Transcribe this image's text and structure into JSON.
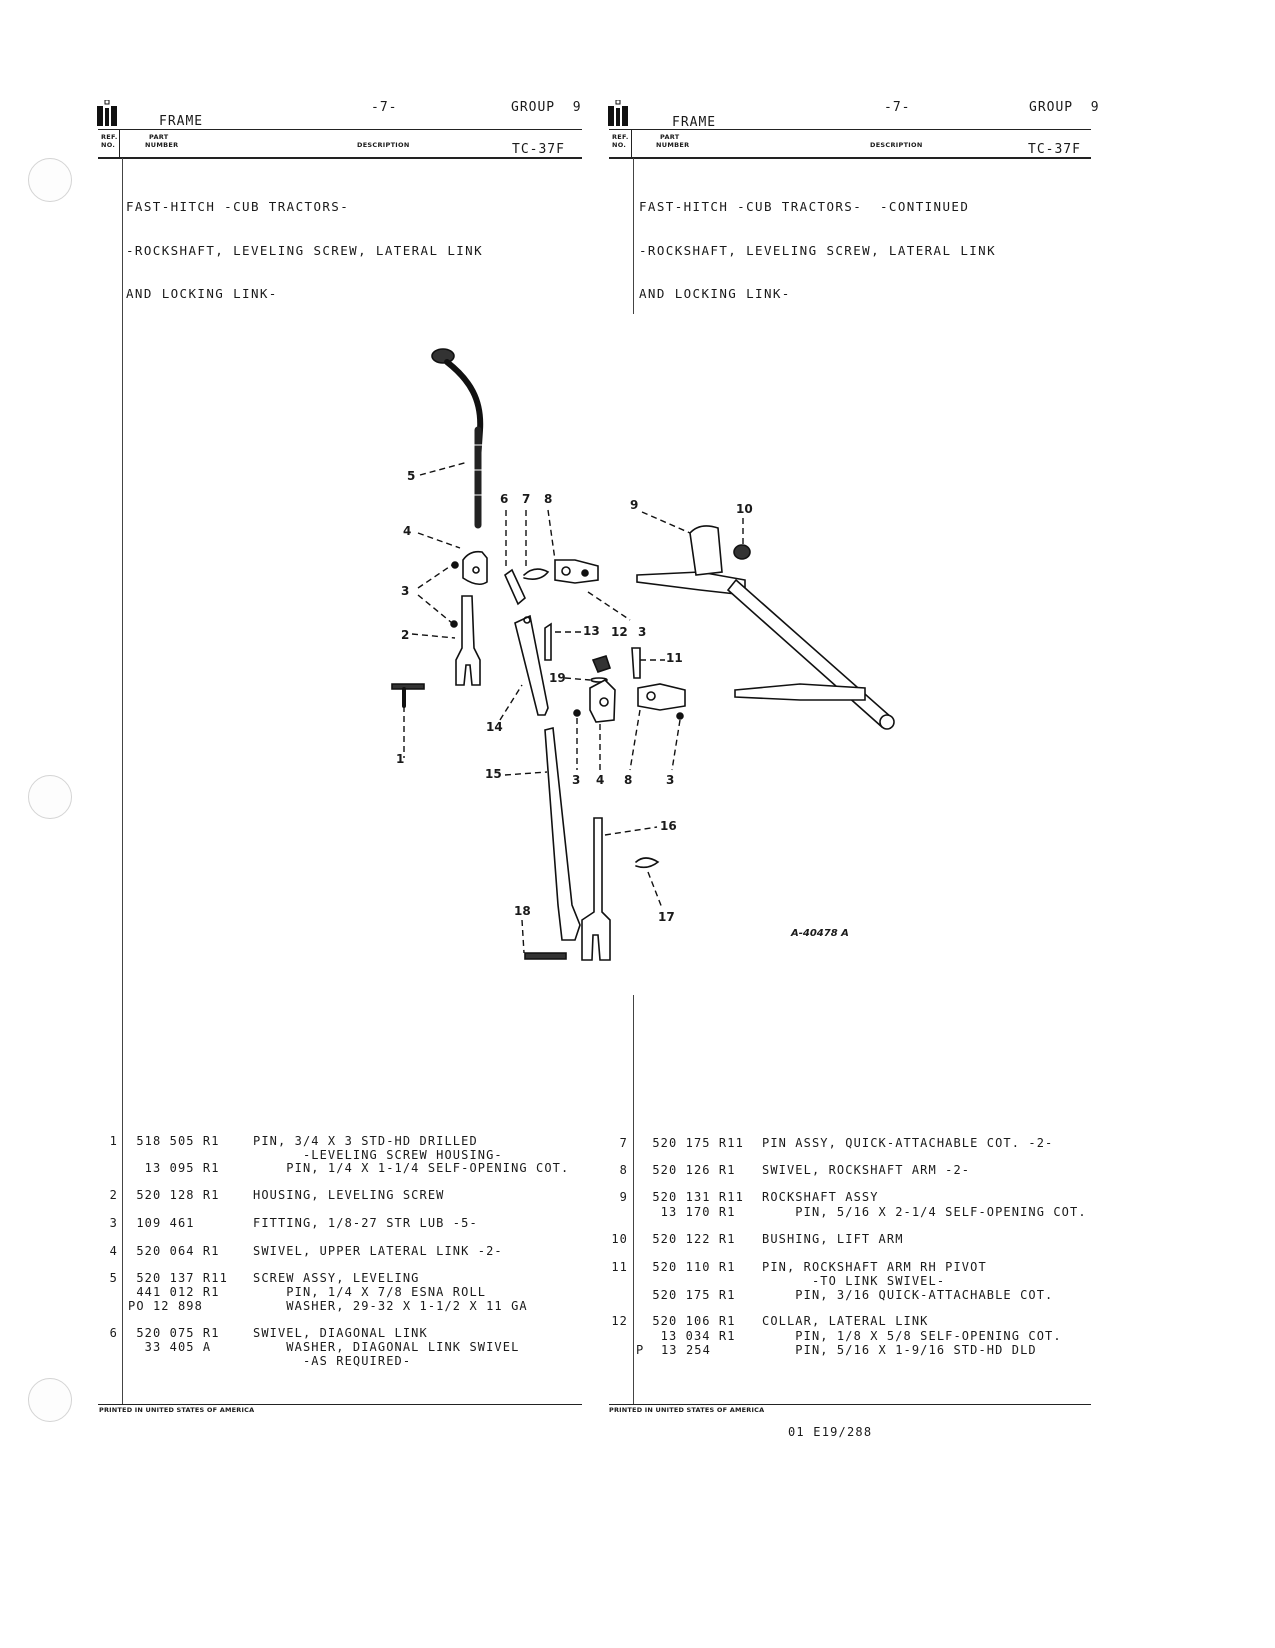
{
  "left": {
    "header": {
      "section": "FRAME",
      "page": "-7-",
      "group": "GROUP  9",
      "code": "TC-37F"
    },
    "columns": {
      "ref1": "REF.",
      "ref2": "NO.",
      "part1": "PART",
      "part2": "NUMBER",
      "desc": "DESCRIPTION"
    },
    "title": [
      "FAST-HITCH -CUB TRACTORS-",
      "-ROCKSHAFT, LEVELING SCREW, LATERAL LINK",
      "AND LOCKING LINK-"
    ],
    "entries": [
      {
        "ref": "1",
        "lines": [
          {
            "part": " 518 505 R1",
            "desc": "PIN, 3/4 X 3 STD-HD DRILLED"
          },
          {
            "part": "",
            "desc": "      -LEVELING SCREW HOUSING-"
          },
          {
            "part": "  13 095 R1",
            "desc": "    PIN, 1/4 X 1-1/4 SELF-OPENING COT."
          }
        ]
      },
      {
        "ref": "2",
        "lines": [
          {
            "part": " 520 128 R1",
            "desc": "HOUSING, LEVELING SCREW"
          }
        ]
      },
      {
        "ref": "3",
        "lines": [
          {
            "part": " 109 461",
            "desc": "FITTING, 1/8-27 STR LUB -5-"
          }
        ]
      },
      {
        "ref": "4",
        "lines": [
          {
            "part": " 520 064 R1",
            "desc": "SWIVEL, UPPER LATERAL LINK -2-"
          }
        ]
      },
      {
        "ref": "5",
        "lines": [
          {
            "part": " 520 137 R11",
            "desc": "SCREW ASSY, LEVELING"
          },
          {
            "part": " 441 012 R1",
            "desc": "    PIN, 1/4 X 7/8 ESNA ROLL"
          },
          {
            "part": "PO 12 898",
            "desc": "    WASHER, 29-32 X 1-1/2 X 11 GA"
          }
        ]
      },
      {
        "ref": "6",
        "lines": [
          {
            "part": " 520 075 R1",
            "desc": "SWIVEL, DIAGONAL LINK"
          },
          {
            "part": "  33 405 A",
            "desc": "    WASHER, DIAGONAL LINK SWIVEL"
          },
          {
            "part": "",
            "desc": "      -AS REQUIRED-"
          }
        ]
      }
    ],
    "footer": "PRINTED IN UNITED STATES OF AMERICA"
  },
  "right": {
    "header": {
      "section": "FRAME",
      "page": "-7-",
      "group": "GROUP  9",
      "code": "TC-37F"
    },
    "columns": {
      "ref1": "REF.",
      "ref2": "NO.",
      "part1": "PART",
      "part2": "NUMBER",
      "desc": "DESCRIPTION"
    },
    "title": [
      "FAST-HITCH -CUB TRACTORS-  -CONTINUED",
      "-ROCKSHAFT, LEVELING SCREW, LATERAL LINK",
      "AND LOCKING LINK-"
    ],
    "entries": [
      {
        "ref": "7",
        "lines": [
          {
            "part": " 520 175 R11",
            "desc": "PIN ASSY, QUICK-ATTACHABLE COT. -2-"
          }
        ]
      },
      {
        "ref": "8",
        "lines": [
          {
            "part": " 520 126 R1",
            "desc": "SWIVEL, ROCKSHAFT ARM -2-"
          }
        ]
      },
      {
        "ref": "9",
        "lines": [
          {
            "part": " 520 131 R11",
            "desc": "ROCKSHAFT ASSY"
          },
          {
            "part": "  13 170 R1",
            "desc": "    PIN, 5/16 X 2-1/4 SELF-OPENING COT."
          }
        ]
      },
      {
        "ref": "10",
        "lines": [
          {
            "part": " 520 122 R1",
            "desc": "BUSHING, LIFT ARM"
          }
        ]
      },
      {
        "ref": "11",
        "lines": [
          {
            "part": " 520 110 R1",
            "desc": "PIN, ROCKSHAFT ARM RH PIVOT"
          },
          {
            "part": "",
            "desc": "      -TO LINK SWIVEL-"
          },
          {
            "part": " 520 175 R1",
            "desc": "    PIN, 3/16 QUICK-ATTACHABLE COT."
          }
        ]
      },
      {
        "ref": "12",
        "lines": [
          {
            "part": " 520 106 R1",
            "desc": "COLLAR, LATERAL LINK"
          },
          {
            "part": "  13 034 R1",
            "desc": "    PIN, 1/8 X 5/8 SELF-OPENING COT."
          },
          {
            "part": "P  13 254",
            "desc": "    PIN, 5/16 X 1-9/16 STD-HD DLD"
          }
        ]
      }
    ],
    "footer": "PRINTED IN UNITED STATES OF AMERICA",
    "page_code": "01 E19/288"
  },
  "diagram": {
    "drawing_id": "A-40478 A",
    "callouts": [
      "1",
      "2",
      "3",
      "4",
      "5",
      "6",
      "7",
      "8",
      "9",
      "10",
      "11",
      "12",
      "13",
      "14",
      "15",
      "16",
      "17",
      "18",
      "19"
    ]
  }
}
